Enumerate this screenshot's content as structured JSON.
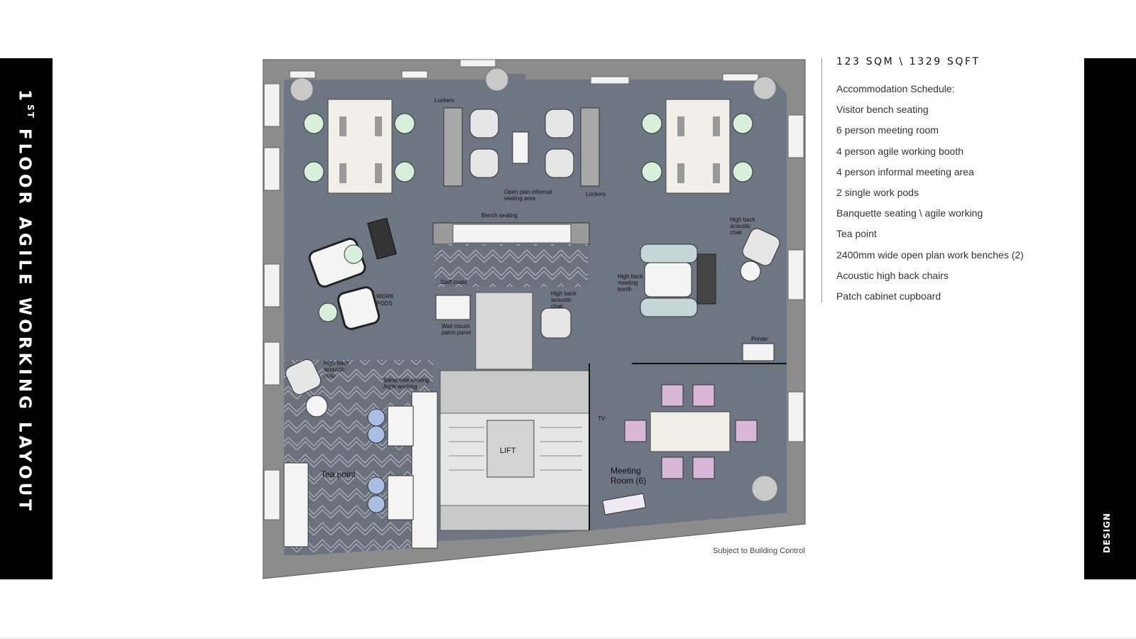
{
  "page": {
    "title": "FLOOR AGILE WORKING LAYOUT",
    "title_ordinal_number": "1",
    "title_ordinal_suffix": "ST",
    "section_tag": "DESIGN",
    "area": "123 SQM \\ 1329 SQFT",
    "footnote": "Subject to Building Control"
  },
  "schedule": {
    "heading": "Accommodation Schedule:",
    "items": [
      "Visitor bench seating",
      "6 person meeting room",
      "4 person agile working booth",
      "4 person informal meeting area",
      "2 single work pods",
      "Banquette seating \\ agile working",
      "Tea point",
      "2400mm wide open plan work benches (2)",
      "Acoustic high back chairs",
      "Patch cabinet cupboard"
    ]
  },
  "plan": {
    "labels": {
      "lockers_left": "Lockers",
      "lockers_right": "Lockers",
      "open_plan_1": "Open plan informal",
      "open_plan_2": "seating area",
      "bench_seating": "Bench seating",
      "work_pods_1": "WORK",
      "work_pods_2": "PODS",
      "staff_coats": "Staff coats",
      "wall_mount_1": "Wall mount",
      "wall_mount_2": "patch panel",
      "hb_center_1": "High back",
      "hb_center_2": "acoustic",
      "hb_center_3": "chair",
      "hb_right_1": "High back",
      "hb_right_2": "acoustic",
      "hb_right_3": "chair",
      "booth_1": "High back",
      "booth_2": "meeting",
      "booth_3": "booth",
      "printer": "Printer",
      "hb_left_1": "High back",
      "hb_left_2": "acoustic",
      "hb_left_3": "chair",
      "banquette_1": "Banquette seating",
      "banquette_2": "Agile working",
      "tea_point": "Tea point",
      "lift": "LIFT",
      "tv": "TV",
      "meeting_1": "Meeting",
      "meeting_2": "Room (6)"
    }
  },
  "colors": {
    "band": "#000000",
    "wall": "#8c8c8c",
    "floor": "#6f7683",
    "core": "#d8d8d8",
    "desk": "#f1efe8",
    "chair_green": "#d8efdc",
    "chair_pink": "#d9b7d9",
    "chair_blue": "#aabde3",
    "booth_sofa": "#c6d5d8"
  }
}
